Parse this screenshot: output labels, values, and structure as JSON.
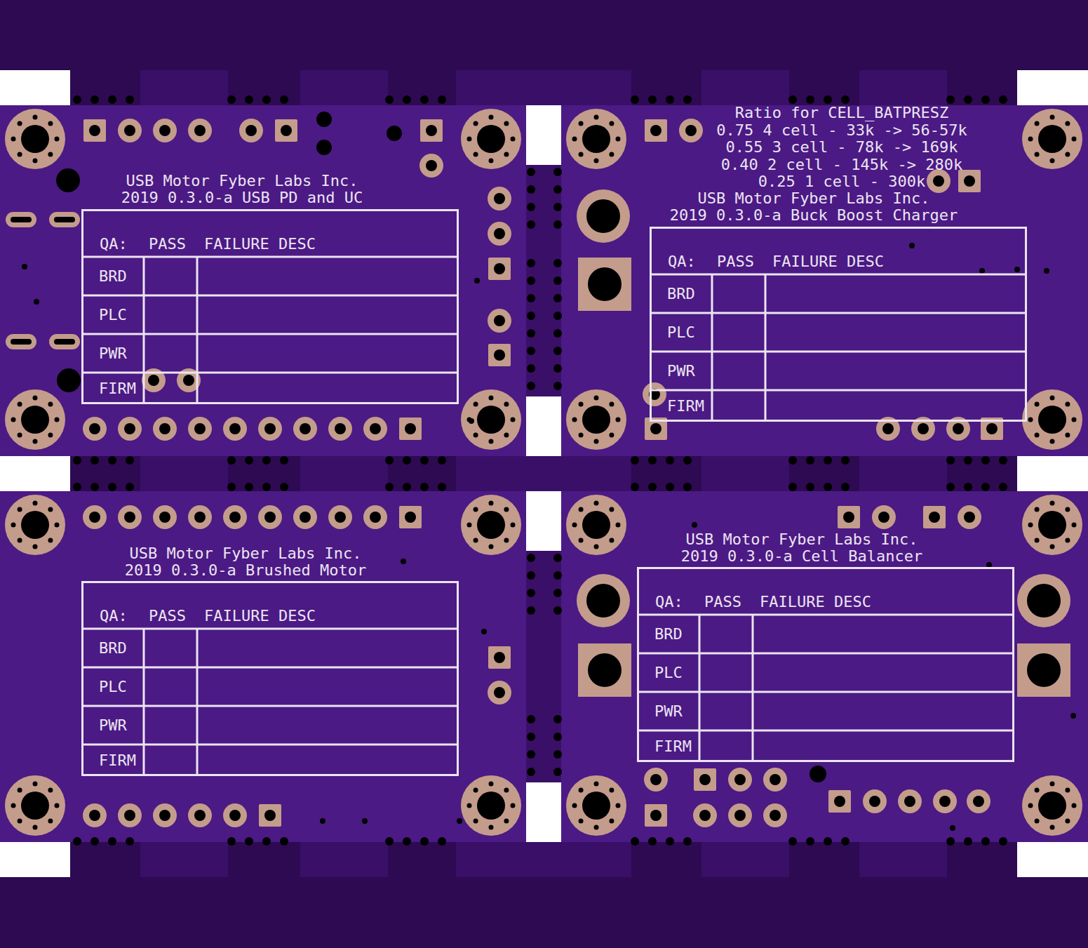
{
  "diagram": {
    "nodes": [
      {
        "text": [
          "USB Motor Fyber Labs Inc.",
          "2019 0.3.0-a USB PD and UC"
        ]
      },
      {
        "text": [
          "QA:",
          "PASS",
          "FAILURE DESC",
          "BRD",
          "PLC",
          "PWR",
          "FIRM"
        ],
        "in": 0
      },
      {
        "text": [
          "USB Motor Fyber Labs Inc.",
          "2019 0.3.0-a Buck Boost Charger"
        ]
      },
      {
        "text": [
          "QA:",
          "PASS",
          "FAILURE DESC",
          "BRD",
          "PLC",
          "PWR",
          "FIRM"
        ],
        "in": 2
      },
      {
        "text": [
          "USB Motor Fyber Labs Inc.",
          "2019 0.3.0-a Brushed Motor"
        ]
      },
      {
        "text": [
          "QA:",
          "PASS",
          "FAILURE DESC",
          "BRD",
          "PLC",
          "PWR",
          "FIRM"
        ],
        "in": 4
      },
      {
        "text": [
          "USB Motor Fyber Labs Inc.",
          "2019 0.3.0-a Cell Balancer"
        ]
      },
      {
        "text": [
          "QA:",
          "PASS",
          "FAILURE DESC",
          "BRD",
          "PLC",
          "PWR",
          "FIRM"
        ],
        "in": 6
      }
    ],
    "labels": [
      "Ratio for CELL_BATPRESZ",
      "0.75 4 cell - 33k -> 56-57k",
      "0.55 3 cell - 78k -> 169k",
      "0.40 2 cell - 145k -> 280k",
      "0.25 1 cell - 300k"
    ]
  }
}
